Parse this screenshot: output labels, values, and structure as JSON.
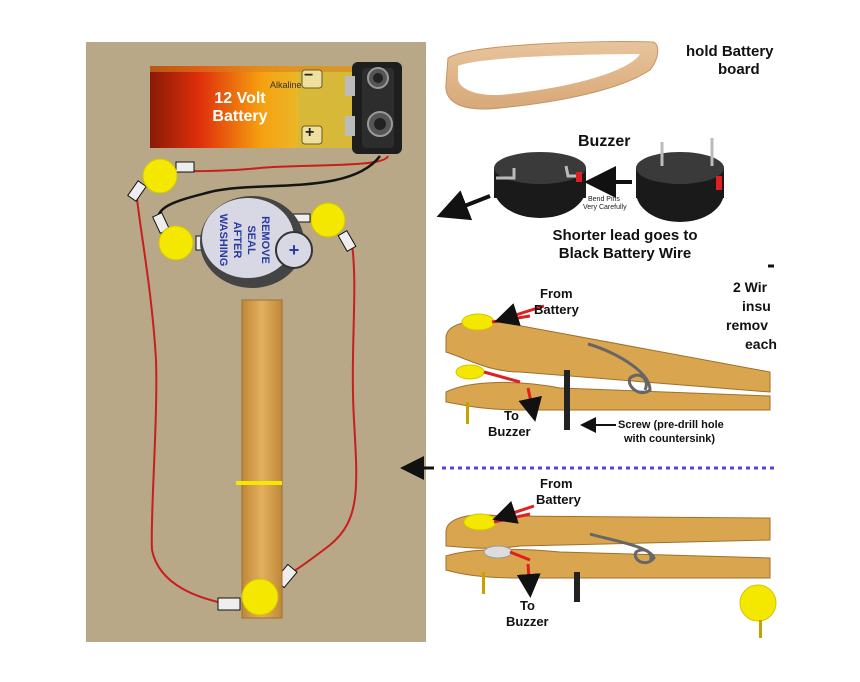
{
  "battery": {
    "brand": "Alkaline",
    "label_line1": "12 Volt",
    "label_line2": "Battery",
    "neg_symbol": "−",
    "pos_symbol": "+"
  },
  "buzzer_sticker": [
    "REMOVE",
    "SEAL",
    "AFTER",
    "WASHING"
  ],
  "instructions": {
    "hold_line1": "hold Battery",
    "hold_line2": "board",
    "buzzer_title": "Buzzer",
    "bend_line1": "Bend Pins",
    "bend_line2": "Very Carefully",
    "shorter_line1": "Shorter lead goes to",
    "shorter_line2": "Black Battery Wire",
    "wires_line1": "2 Wir",
    "wires_line2": "insu",
    "wires_line3": "remov",
    "wires_line4": "each",
    "from_battery_1a": "From",
    "from_battery_1b": "Battery",
    "to_buzzer_1a": "To",
    "to_buzzer_1b": "Buzzer",
    "screw_line1": "Screw (pre-drill hole",
    "screw_line2": "with countersink)",
    "from_battery_2a": "From",
    "from_battery_2b": "Battery",
    "to_buzzer_2a": "To",
    "to_buzzer_2b": "Buzzer"
  },
  "colors": {
    "board": "#b8a888",
    "wire_red": "#c81e1e",
    "wire_black": "#151515",
    "terminal_yellow": "#f5e800",
    "wood": "#d9a54e",
    "dotted_line": "#5a3fe0"
  }
}
